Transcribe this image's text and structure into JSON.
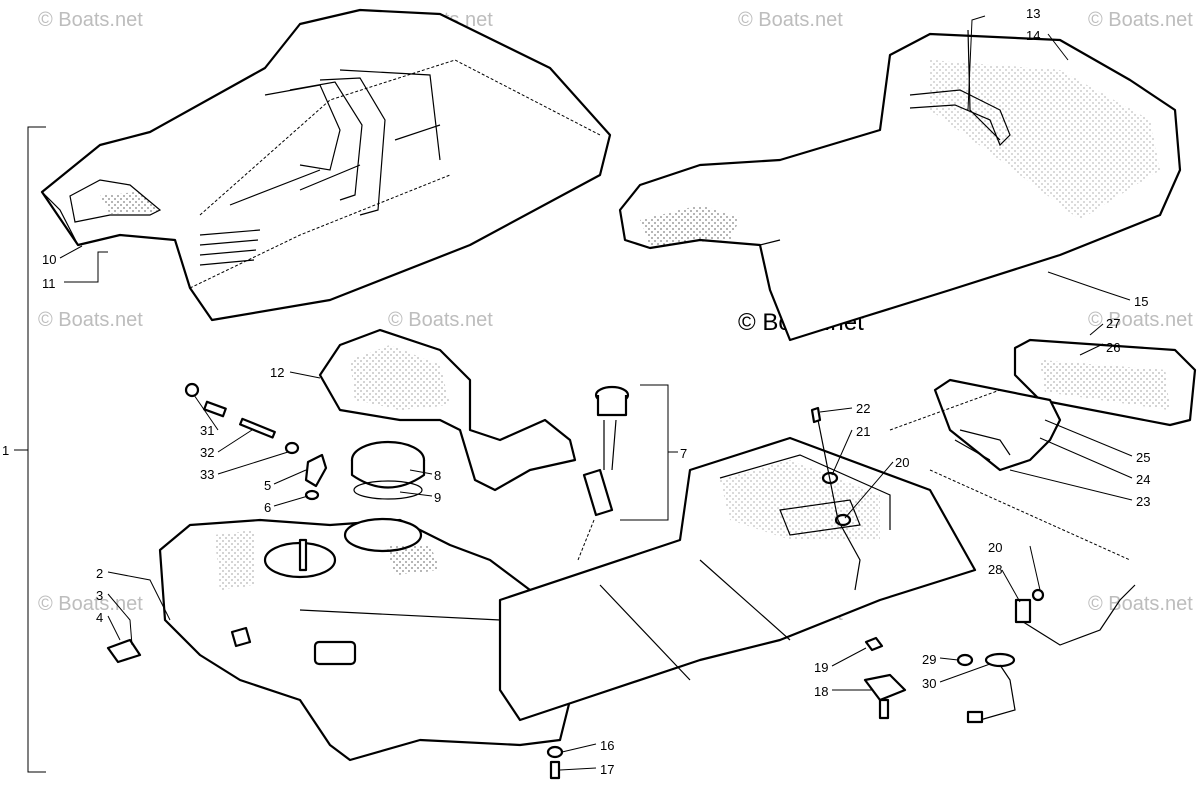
{
  "watermark": {
    "text": "© Boats.net",
    "primary_text": "© Boats.net"
  },
  "callouts": [
    "1",
    "2",
    "3",
    "4",
    "5",
    "6",
    "7",
    "8",
    "9",
    "10",
    "11",
    "12",
    "13",
    "14",
    "15",
    "16",
    "17",
    "18",
    "19",
    "20",
    "20",
    "21",
    "22",
    "23",
    "24",
    "25",
    "26",
    "27",
    "28",
    "29",
    "30",
    "31",
    "32",
    "33"
  ],
  "colors": {
    "line": "#000000",
    "background": "#ffffff",
    "watermark": "#bdbdbd"
  }
}
